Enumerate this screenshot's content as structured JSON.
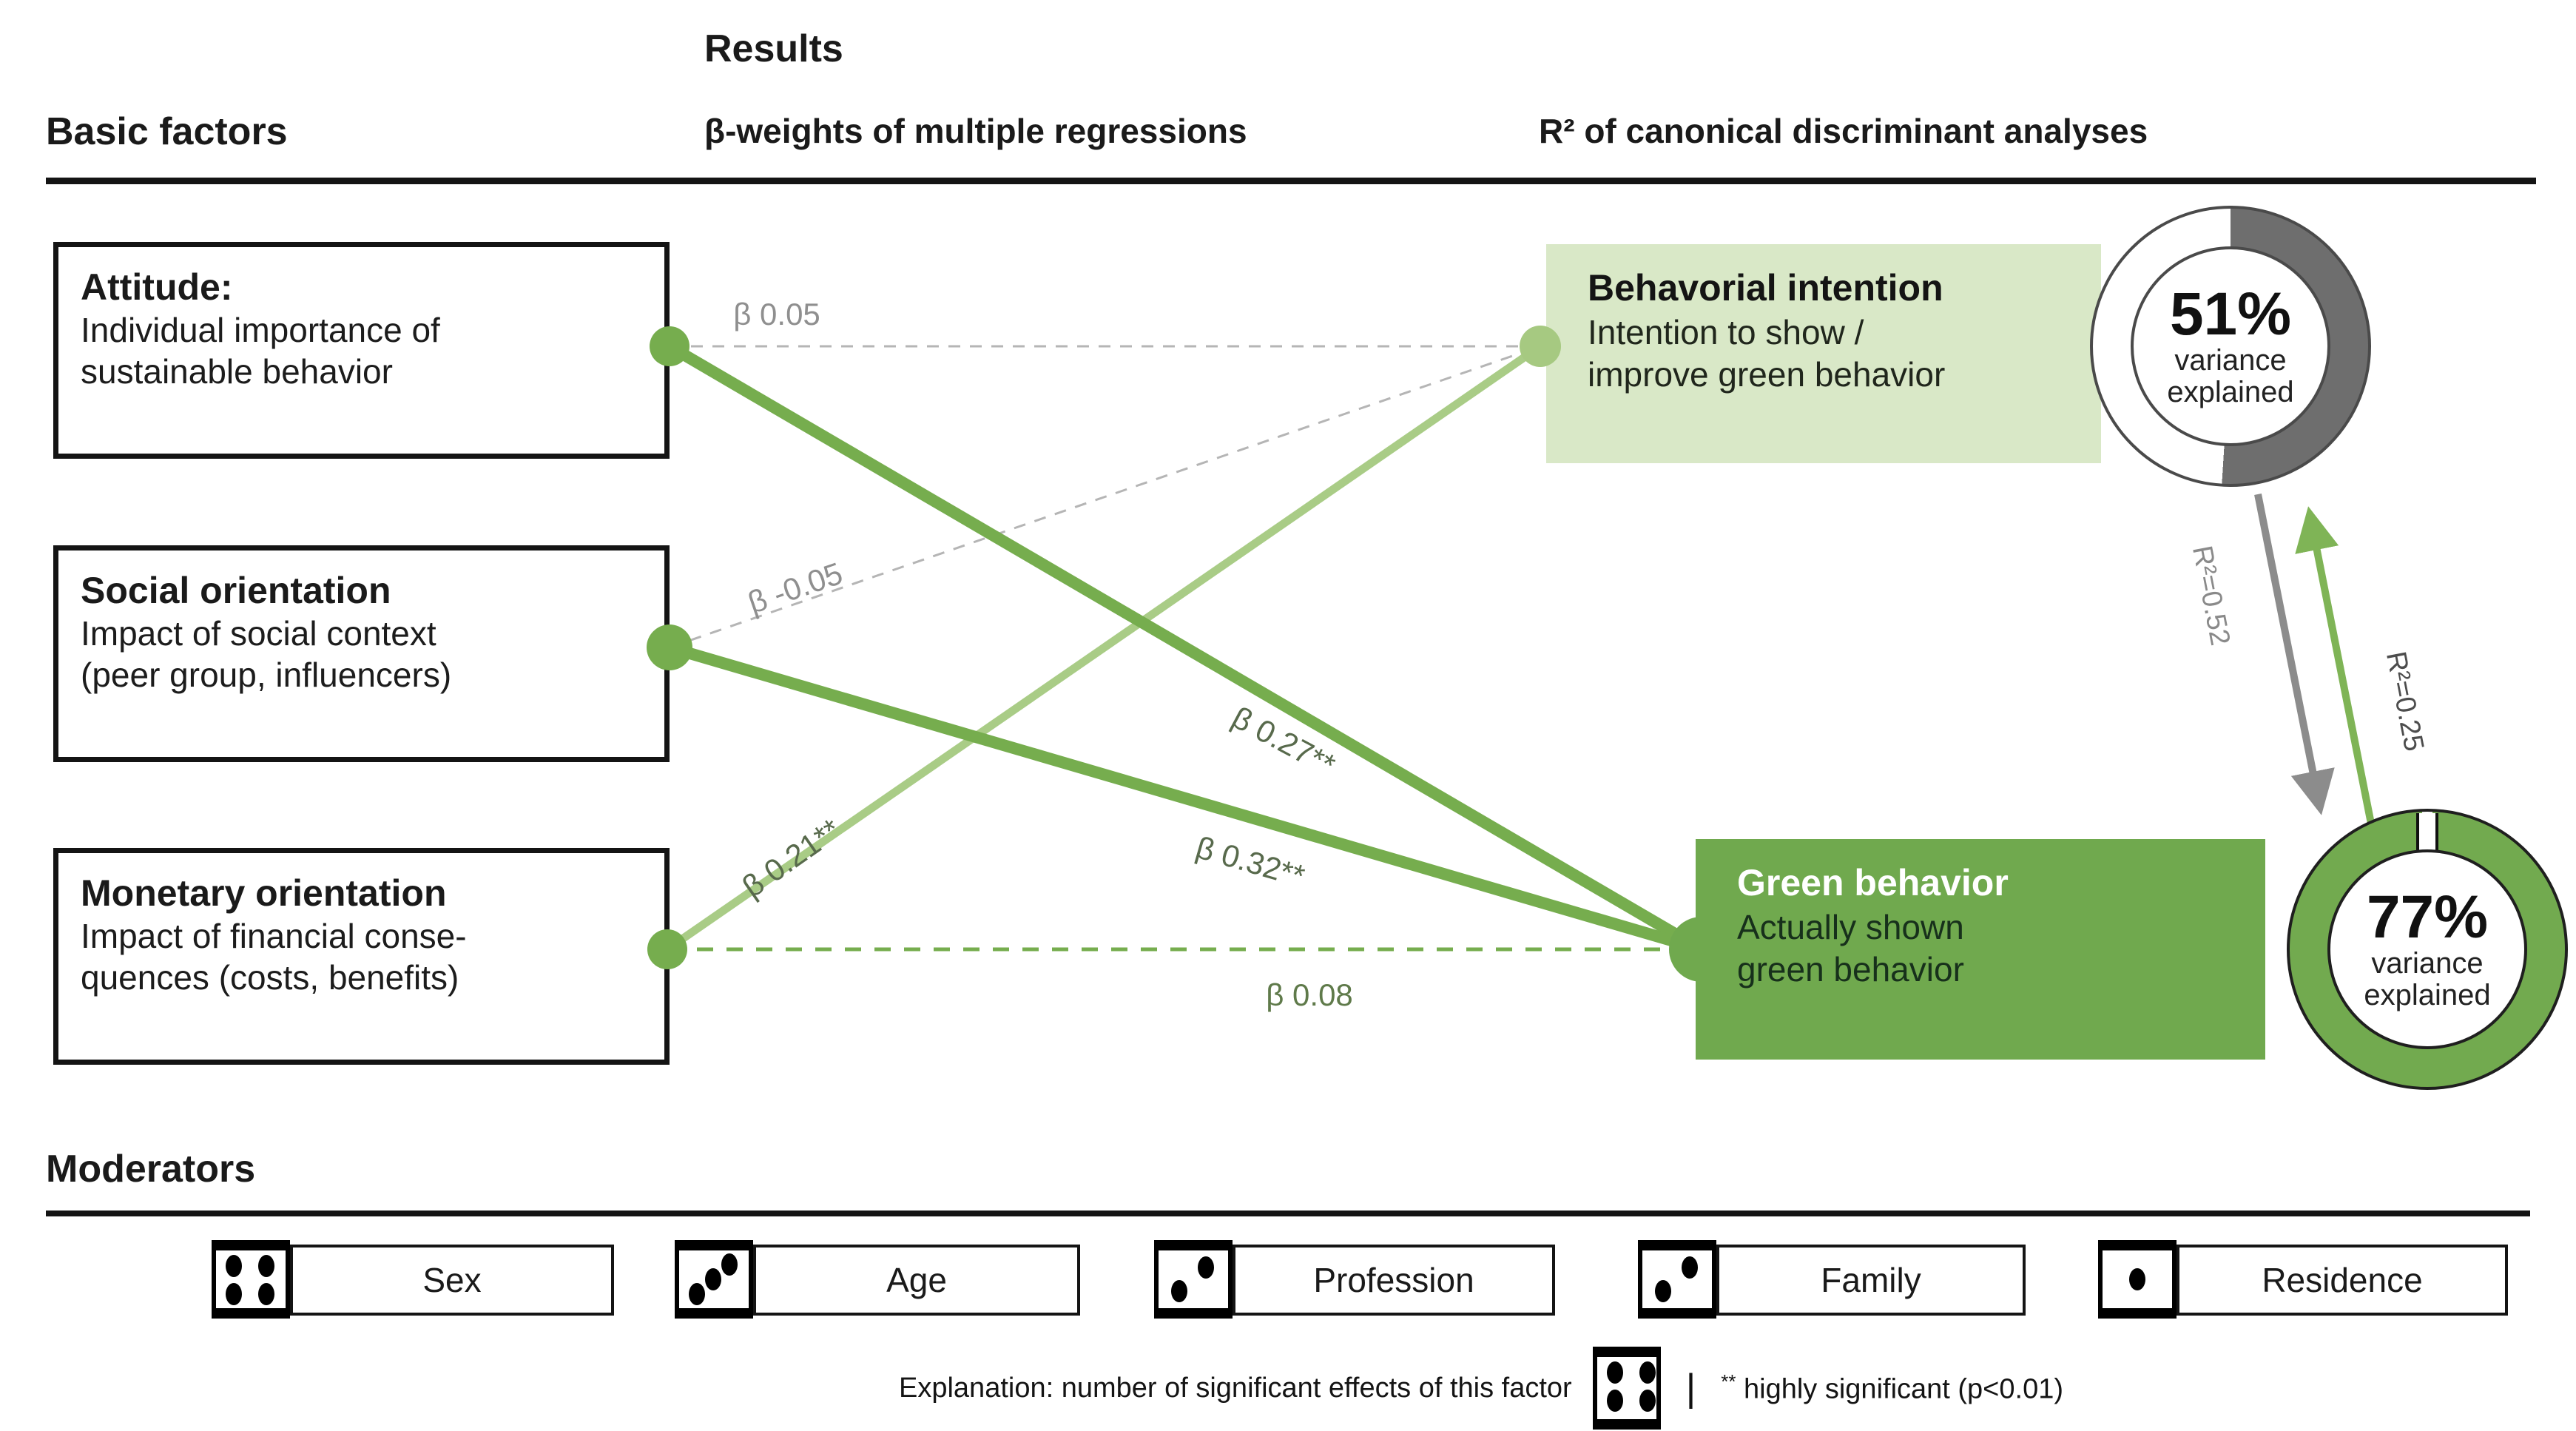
{
  "headers": {
    "basic_factors": "Basic factors",
    "results": "Results",
    "beta_weights": "β-weights of multiple regressions",
    "r2_analyses": "R² of canonical discriminant analyses",
    "moderators": "Moderators"
  },
  "factors": [
    {
      "title": "Attitude:",
      "lines": [
        "Individual importance of",
        "sustainable behavior"
      ]
    },
    {
      "title": "Social orientation",
      "lines": [
        "Impact of social context",
        "(peer group, influencers)"
      ]
    },
    {
      "title": "Monetary orientation",
      "lines": [
        "Impact of financial conse-",
        "quences (costs, benefits)"
      ]
    }
  ],
  "outcomes": [
    {
      "title": "Behavorial intention",
      "lines": [
        "Intention to show /",
        "improve green behavior"
      ],
      "percent": "51%",
      "caption_line1": "variance",
      "caption_line2": "explained"
    },
    {
      "title": "Green behavior",
      "lines": [
        "Actually shown",
        "green behavior"
      ],
      "percent": "77%",
      "caption_line1": "variance",
      "caption_line2": "explained"
    }
  ],
  "paths": [
    {
      "from": "Attitude",
      "to": "Behavorial intention",
      "label": "β 0.05",
      "style": "dashed-gray"
    },
    {
      "from": "Social orientation",
      "to": "Behavorial intention",
      "label": "β -0.05",
      "style": "dashed-gray"
    },
    {
      "from": "Monetary orientation",
      "to": "Behavorial intention",
      "label": "β 0.21**",
      "style": "solid-light-green"
    },
    {
      "from": "Attitude",
      "to": "Green behavior",
      "label": "β 0.27**",
      "style": "solid-green"
    },
    {
      "from": "Social orientation",
      "to": "Green behavior",
      "label": "β 0.32**",
      "style": "solid-green"
    },
    {
      "from": "Monetary orientation",
      "to": "Green behavior",
      "label": "β 0.08",
      "style": "dashed-green"
    }
  ],
  "r2_links": [
    {
      "from": "Behavorial intention",
      "to": "Green behavior",
      "label": "R²=0.52",
      "color": "gray"
    },
    {
      "from": "Green behavior",
      "to": "Behavorial intention",
      "label": "R²=0.25",
      "color": "green"
    }
  ],
  "moderators": {
    "items": [
      {
        "label": "Sex",
        "dots": 4
      },
      {
        "label": "Age",
        "dots": 3
      },
      {
        "label": "Profession",
        "dots": 2
      },
      {
        "label": "Family",
        "dots": 2
      },
      {
        "label": "Residence",
        "dots": 1
      }
    ]
  },
  "explanation": {
    "text": "Explanation: number of significant effects of this factor",
    "dice_dots": 4,
    "separator": "|",
    "sig_marker": "**",
    "sig_text": "highly significant (p<0.01)"
  },
  "colors": {
    "solid_green": "#76ad4e",
    "light_green": "#a9cc86",
    "pale_green_box": "#d9e8c7",
    "green_box": "#70a94e",
    "gray_dashed": "#b5b5b5",
    "arrow_gray": "#8c8c8c",
    "ring_dark_gray": "#6e6e6e",
    "ring_green": "#72aa4f"
  }
}
